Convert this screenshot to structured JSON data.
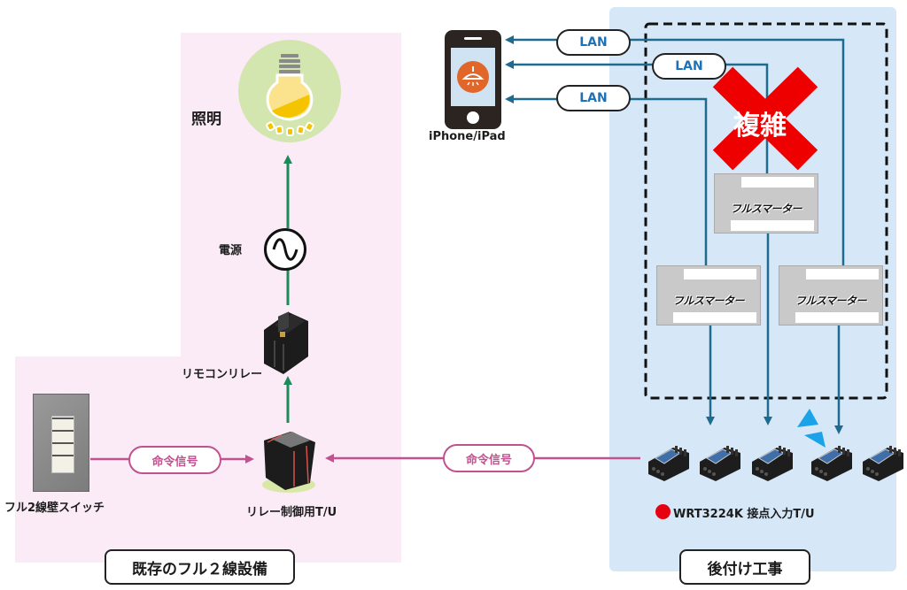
{
  "existing_section": {
    "title": "既存のフル２線設備",
    "lighting_label": "照明",
    "power_label": "電源",
    "remote_relay_label": "リモコンリレー",
    "wall_switch_label": "フル2線壁スイッチ",
    "relay_control_label": "リレー制御用T/U",
    "command_signal_left": "命令信号"
  },
  "retrofit_section": {
    "title": "後付け工事",
    "device_label": "iPhone/iPad",
    "lan_labels": [
      "LAN",
      "LAN",
      "LAN"
    ],
    "complex_label": "複雑",
    "fullsmar_logo": "フルスマーター",
    "fullsmar_count": 3,
    "contact_unit_label": "WRT3224K 接点入力T/U",
    "contact_unit_count": 5,
    "command_signal_right": "命令信号"
  },
  "colors": {
    "existing_bg": "#fbebf7",
    "retrofit_bg": "#d6e8f8",
    "power_line": "#1e8a5a",
    "signal_line": "#c0528f",
    "lan_line": "#1f6a8f",
    "cross": "#ee0000",
    "marker_red": "#e60012",
    "wireless": "#1aa3e8"
  }
}
